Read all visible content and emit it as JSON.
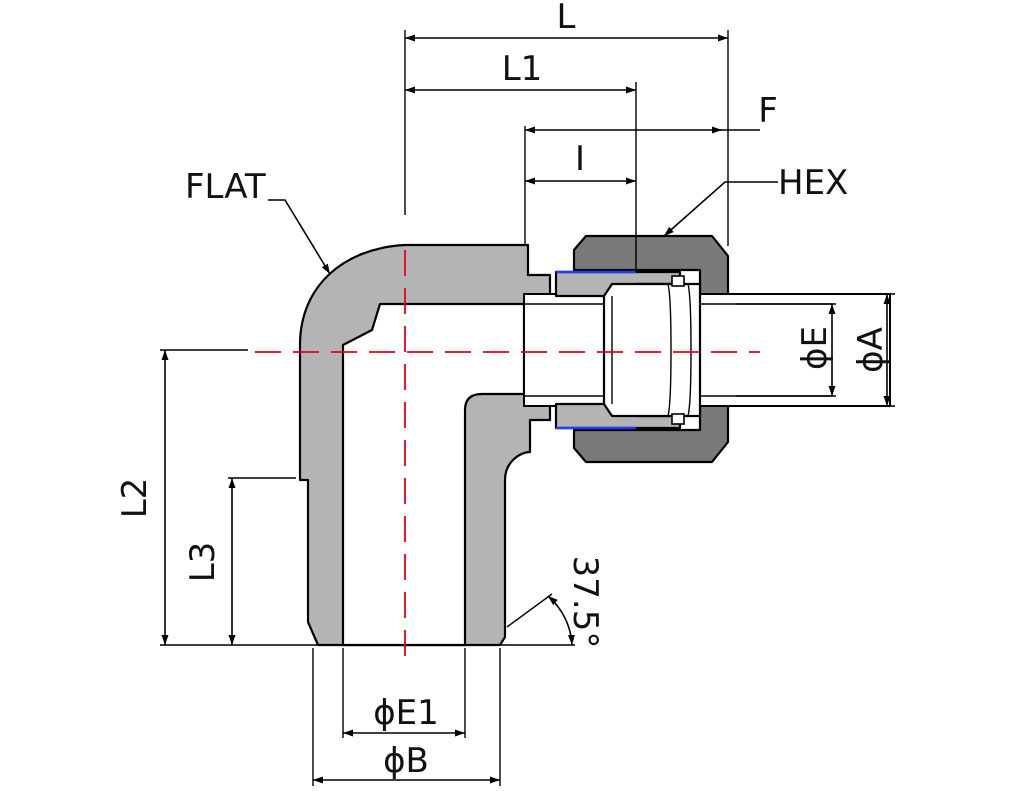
{
  "labels": {
    "L": "L",
    "L1": "L1",
    "F": "F",
    "I": "I",
    "HEX": "HEX",
    "FLAT": "FLAT",
    "E": "ϕE",
    "A": "ϕA",
    "L2": "L2",
    "L3": "L3",
    "angle": "37.5°",
    "E1": "ϕE1",
    "B": "ϕB"
  },
  "colors": {
    "body": "#b4b4b4",
    "nut": "#7a7a7a",
    "centerline": "#e8001c",
    "ferrule_edge": "#1f3cff",
    "line": "#000000"
  }
}
